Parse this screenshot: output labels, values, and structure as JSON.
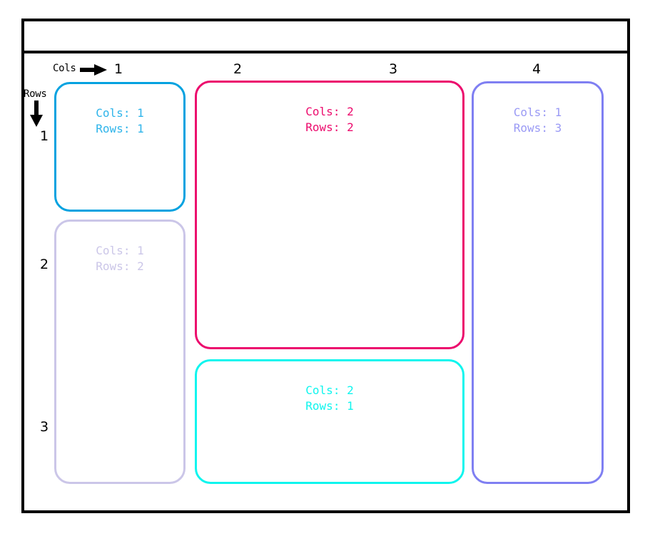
{
  "window": {
    "title": ""
  },
  "axes": {
    "cols_label": "Cols",
    "rows_label": "Rows",
    "cols_arrow_icon": "arrow-right-icon",
    "rows_arrow_icon": "arrow-down-icon",
    "col_ticks": [
      "1",
      "2",
      "3",
      "4"
    ],
    "row_ticks": [
      "1",
      "2",
      "3"
    ]
  },
  "chart_data": {
    "type": "table",
    "title": "",
    "xlabel": "Cols",
    "ylabel": "Rows",
    "categories": [
      "1",
      "2",
      "3",
      "4"
    ],
    "row_categories": [
      "1",
      "2",
      "3"
    ],
    "grid": false,
    "legend": "none",
    "cells": [
      {
        "id": "cell-c1r1",
        "cols_label": "Cols: 1",
        "rows_label": "Rows: 1",
        "colspan": 1,
        "rowspan": 1,
        "col_start": 1,
        "row_start": 1,
        "color": "#03a2e0",
        "text_color": "#2eb4ea"
      },
      {
        "id": "cell-c2r2",
        "cols_label": "Cols: 2",
        "rows_label": "Rows: 2",
        "colspan": 2,
        "rowspan": 2,
        "col_start": 2,
        "row_start": 1,
        "color": "#ec0b6d",
        "text_color": "#ec0b6d"
      },
      {
        "id": "cell-c1r3",
        "cols_label": "Cols: 1",
        "rows_label": "Rows: 3",
        "colspan": 1,
        "rowspan": 3,
        "col_start": 4,
        "row_start": 1,
        "color": "#7f7ff2",
        "text_color": "#9a9af5"
      },
      {
        "id": "cell-c1r2",
        "cols_label": "Cols: 1",
        "rows_label": "Rows: 2",
        "colspan": 1,
        "rowspan": 2,
        "col_start": 1,
        "row_start": 2,
        "color": "#cbc6e8",
        "text_color": "#cbc6e8"
      },
      {
        "id": "cell-c2r1",
        "cols_label": "Cols: 2",
        "rows_label": "Rows: 1",
        "colspan": 2,
        "rowspan": 1,
        "col_start": 2,
        "row_start": 3,
        "color": "#0ff5ee",
        "text_color": "#0ff5ee"
      }
    ]
  },
  "colors": {
    "frame": "#000000",
    "background": "#ffffff",
    "blue": "#03a2e0",
    "pink": "#ec0b6d",
    "purple": "#7f7ff2",
    "lavender": "#cbc6e8",
    "cyan": "#0ff5ee"
  }
}
